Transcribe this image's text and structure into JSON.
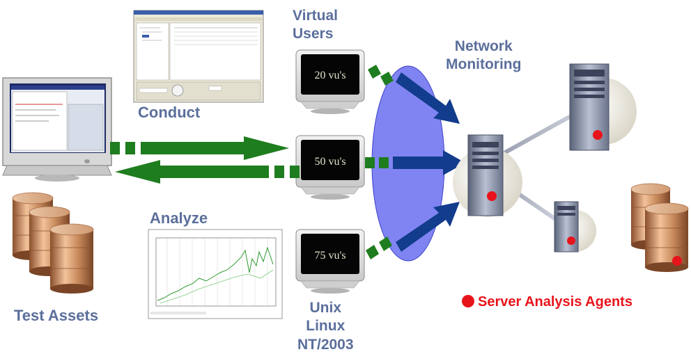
{
  "labels": {
    "virtual_users_line1": "Virtual",
    "virtual_users_line2": "Users",
    "network_line1": "Network",
    "network_line2": "Monitoring",
    "conduct": "Conduct",
    "analyze": "Analyze",
    "test_assets": "Test Assets",
    "os_line1": "Unix",
    "os_line2": "Linux",
    "os_line3": "NT/2003",
    "server_agents": "Server Analysis Agents"
  },
  "monitors": [
    {
      "vu": "20 vu's"
    },
    {
      "vu": "50 vu's"
    },
    {
      "vu": "75 vu's"
    }
  ],
  "colors": {
    "label_blue": "#5b6f9c",
    "agent_red": "#e8141b",
    "arrow_green": "#1e7d1e",
    "arrow_blue": "#123c8c",
    "network_ellipse": "#6a6ef0",
    "db_copper": "#c88a5c",
    "server_gray": "#8b93a8"
  }
}
